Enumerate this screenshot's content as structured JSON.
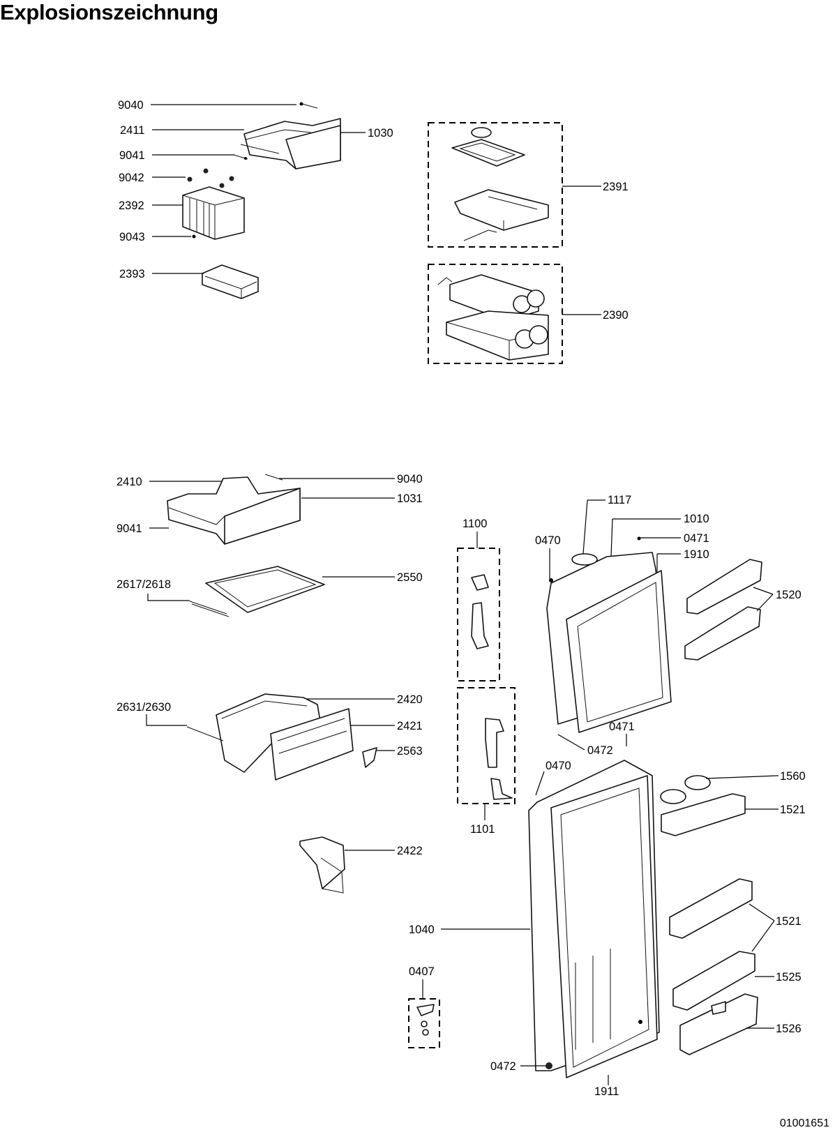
{
  "title": "Explosionszeichnung",
  "document_id": "01001651",
  "callouts": {
    "c9040a": "9040",
    "c2411": "2411",
    "c9041a": "9041",
    "c9042": "9042",
    "c2392": "2392",
    "c9043": "9043",
    "c2393": "2393",
    "c1030": "1030",
    "c2391": "2391",
    "c2390": "2390",
    "c2410": "2410",
    "c9041b": "9041",
    "c9040b": "9040",
    "c1031": "1031",
    "c2617": "2617/2618",
    "c2550": "2550",
    "c2631": "2631/2630",
    "c2420": "2420",
    "c2421": "2421",
    "c2563": "2563",
    "c2422": "2422",
    "c1100": "1100",
    "c1101": "1101",
    "c0407": "0407",
    "c1117": "1117",
    "c1010": "1010",
    "c0470a": "0470",
    "c0471a": "0471",
    "c1910": "1910",
    "c1520": "1520",
    "c0471b": "0471",
    "c0472a": "0472",
    "c0470b": "0470",
    "c1560": "1560",
    "c1521a": "1521",
    "c1040": "1040",
    "c1521b": "1521",
    "c1525": "1525",
    "c1526": "1526",
    "c0472b": "0472",
    "c1911": "1911"
  }
}
